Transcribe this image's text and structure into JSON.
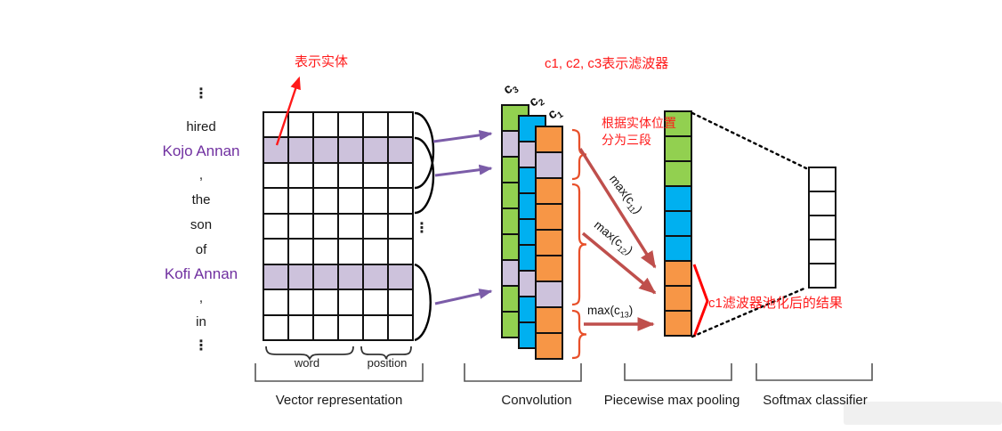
{
  "palette": {
    "filter_green": "#92d050",
    "filter_blue": "#00b0f0",
    "filter_orange": "#f79646",
    "entity_highlight": "#cdc2dc",
    "entity_text_purple": "#7030a0",
    "arrow_purple": "#7b5ca8",
    "annotation_red": "#ff1a1a",
    "arrow_brick_red": "#bf4f4c",
    "brace_orange_red": "#e8502a",
    "grid_line_black": "#111111"
  },
  "ellipsis": "⋮",
  "sentence": {
    "items": [
      {
        "text": "⋮",
        "entity": false
      },
      {
        "text": "hired",
        "entity": false
      },
      {
        "text": "Kojo Annan",
        "entity": true
      },
      {
        "text": ",",
        "entity": false
      },
      {
        "text": "the",
        "entity": false
      },
      {
        "text": "son",
        "entity": false
      },
      {
        "text": "of",
        "entity": false
      },
      {
        "text": "Kofi Annan",
        "entity": true
      },
      {
        "text": ",",
        "entity": false
      },
      {
        "text": "in",
        "entity": false
      },
      {
        "text": "⋮",
        "entity": false
      }
    ]
  },
  "matrix": {
    "rows": 9,
    "cols": 6,
    "highlighted_rows": [
      2,
      7
    ]
  },
  "embedding_labels": {
    "word": "word",
    "position": "position"
  },
  "sections": [
    {
      "label": "Vector representation"
    },
    {
      "label": "Convolution"
    },
    {
      "label": "Piecewise max pooling"
    },
    {
      "label": "Softmax classifier"
    }
  ],
  "filters": {
    "note": "c1, c2, c3表示滤波器",
    "columns": [
      {
        "label_pre": "c",
        "label_sub": "3",
        "cells": [
          "green",
          "entity",
          "green",
          "green",
          "green",
          "green",
          "entity",
          "green",
          "green"
        ]
      },
      {
        "label_pre": "c",
        "label_sub": "2",
        "cells": [
          "blue",
          "entity",
          "blue",
          "blue",
          "blue",
          "blue",
          "entity",
          "blue",
          "blue"
        ]
      },
      {
        "label_pre": "c",
        "label_sub": "1",
        "cells": [
          "orange",
          "entity",
          "orange",
          "orange",
          "orange",
          "orange",
          "entity",
          "orange",
          "orange"
        ]
      }
    ]
  },
  "annotations": {
    "entity_note": "表示实体",
    "segment_note_line1": "根据实体位置",
    "segment_note_line2": "分为三段",
    "pooling_note": "c1滤波器池化后的结果"
  },
  "max_labels": [
    {
      "pre": "max(c",
      "sub": "11",
      "post": ")"
    },
    {
      "pre": "max(c",
      "sub": "12",
      "post": ")"
    },
    {
      "pre": "max(c",
      "sub": "13",
      "post": ")"
    }
  ],
  "pooling": {
    "cells": [
      "green",
      "green",
      "green",
      "blue",
      "blue",
      "blue",
      "orange",
      "orange",
      "orange"
    ]
  },
  "softmax": {
    "cells": [
      "white",
      "white",
      "white",
      "white",
      "white"
    ]
  }
}
